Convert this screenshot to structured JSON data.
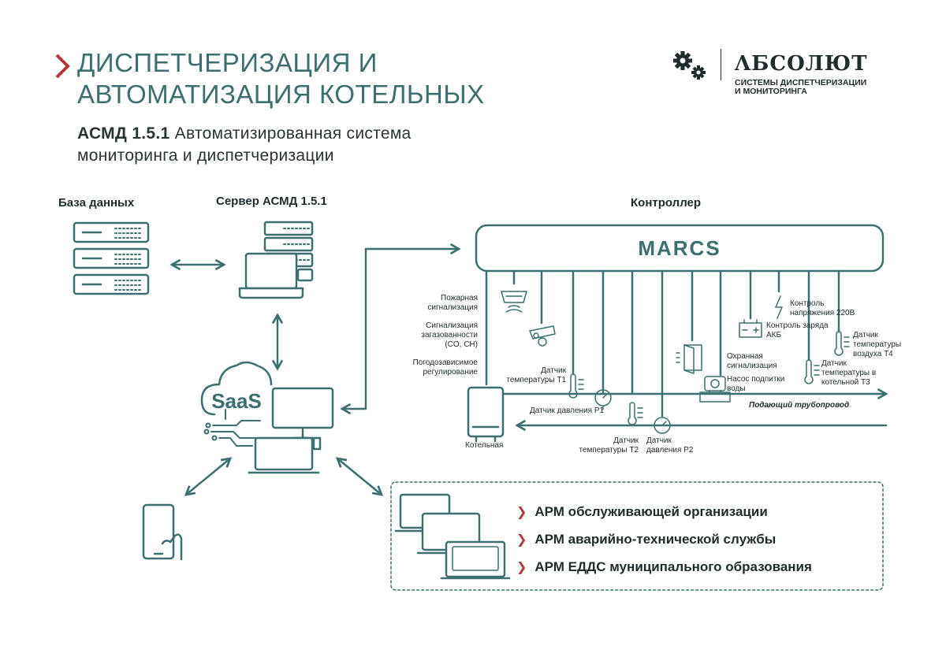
{
  "header": {
    "title_line1": "ДИСПЕТЧЕРИЗАЦИЯ И",
    "title_line2": "АВТОМАТИЗАЦИЯ КОТЕЛЬНЫХ",
    "subtitle_bold": "АСМД 1.5.1",
    "subtitle_rest": " Автоматизированная система",
    "subtitle_line2": "мониторинга и диспетчеризации"
  },
  "logo": {
    "name": "ΛБСОЛЮТ",
    "tagline_line1": "СИСТЕМЫ ДИСПЕТЧЕРИЗАЦИИ",
    "tagline_line2": "И МОНИТОРИНГА"
  },
  "sections": {
    "database": "База данных",
    "server": "Сервер АСМД 1.5.1",
    "controller": "Контроллер",
    "controller_name": "MARCS",
    "saas": "SaaS"
  },
  "sensors": {
    "fire_alarm": [
      "Пожарная",
      "сигнализация"
    ],
    "gas_alarm": [
      "Сигнализация",
      "загазованности",
      "(CO, CH)"
    ],
    "weather_reg": [
      "Погодозависимое",
      "регулирование"
    ],
    "temp_t1": [
      "Датчик",
      "температуры Т1"
    ],
    "pressure_p1": "Датчик давления Р1",
    "temp_t2": [
      "Датчик",
      "температуры Т2"
    ],
    "pressure_p2": [
      "Датчик",
      "давления Р2"
    ],
    "boiler_room": "Котельная",
    "security_alarm": [
      "Охранная",
      "сигнализация"
    ],
    "pump": [
      "Насос подпитки",
      "воды"
    ],
    "voltage": [
      "Контроль",
      "напряжения 220В"
    ],
    "battery": [
      "Контроль заряда",
      "АКБ"
    ],
    "temp_t4": [
      "Датчик",
      "температуры",
      "воздуха Т4"
    ],
    "temp_t3": [
      "Датчик",
      "температуры в",
      "котельной Т3"
    ],
    "supply_pipe": "Подающий трубопровод"
  },
  "arm_items": [
    "АРМ обслуживающей организации",
    "АРМ аварийно-технической службы",
    "АРМ ЕДДС муниципального образования"
  ],
  "colors": {
    "accent": "#3d6f70",
    "chevron": "#b23a3a",
    "text": "#1f2b2d"
  }
}
